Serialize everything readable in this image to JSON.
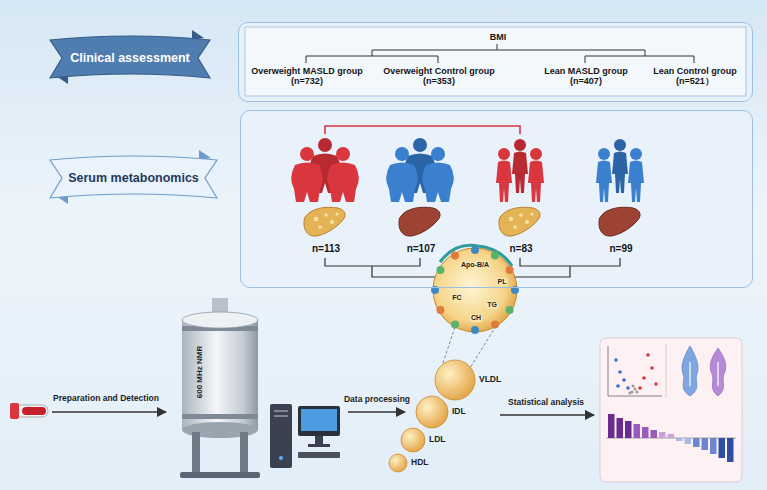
{
  "diagram": {
    "nodes": [
      {
        "text": [
          "Clinical assessment"
        ]
      },
      {
        "text": [
          "BMI",
          "Overweight MASLD group (n=732)",
          "Overweight Control group (n=353)",
          "Lean MASLD group (n=407)",
          "Lean Control group (n=521）"
        ]
      },
      {
        "text": [
          "Serum metabonomics"
        ]
      },
      {
        "text": [
          "n=113",
          "n=107",
          "n=83",
          "n=99"
        ]
      }
    ],
    "labels": [
      "600 MHz NMR",
      "Preparation and Detection",
      "Data processing",
      "Statistical analysis",
      "Apo-B/A",
      "PL",
      "TG",
      "FC",
      "CH",
      "VLDL",
      "IDL",
      "LDL",
      "HDL"
    ]
  }
}
